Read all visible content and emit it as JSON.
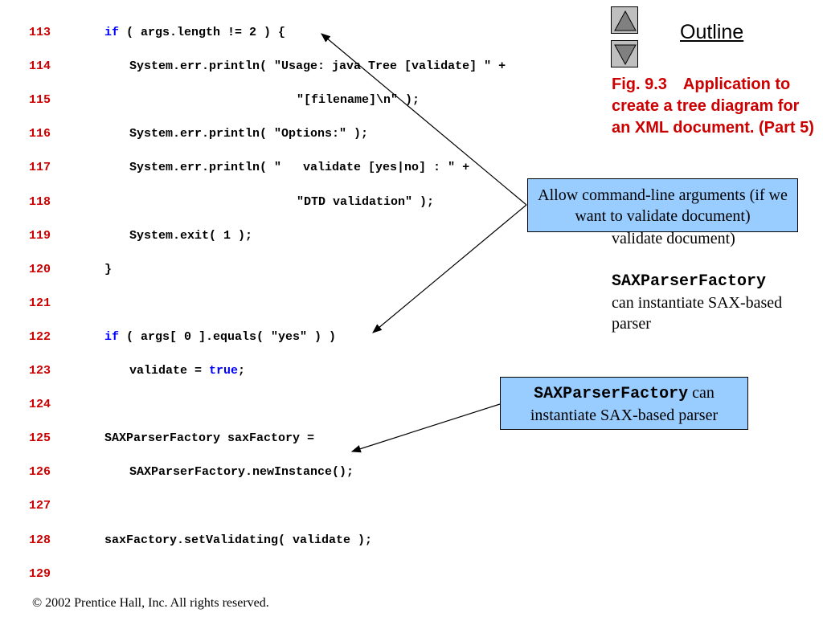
{
  "code_lines": [
    {
      "no": "113",
      "indent": 1,
      "segments": [
        {
          "text": "if",
          "kw": true
        },
        {
          "text": " ( args.length != 2 ) {",
          "kw": false
        }
      ]
    },
    {
      "no": "114",
      "indent": 2,
      "segments": [
        {
          "text": "System.err.println( \"Usage: java Tree [validate] \" +",
          "kw": false
        }
      ]
    },
    {
      "no": "115",
      "indent": 3,
      "segments": [
        {
          "text": "\"[filename]\\n\" );",
          "kw": false
        }
      ]
    },
    {
      "no": "116",
      "indent": 2,
      "segments": [
        {
          "text": "System.err.println( \"Options:\" );",
          "kw": false
        }
      ]
    },
    {
      "no": "117",
      "indent": 2,
      "segments": [
        {
          "text": "System.err.println( \"   validate [yes|no] : \" +",
          "kw": false
        }
      ]
    },
    {
      "no": "118",
      "indent": 3,
      "segments": [
        {
          "text": "\"DTD validation\" );",
          "kw": false
        }
      ]
    },
    {
      "no": "119",
      "indent": 2,
      "segments": [
        {
          "text": "System.exit( 1 );",
          "kw": false
        }
      ]
    },
    {
      "no": "120",
      "indent": 1,
      "segments": [
        {
          "text": "}",
          "kw": false
        }
      ]
    },
    {
      "no": "121",
      "indent": 1,
      "segments": []
    },
    {
      "no": "122",
      "indent": 1,
      "segments": [
        {
          "text": "if",
          "kw": true
        },
        {
          "text": " ( args[ 0 ].equals( \"yes\" ) )",
          "kw": false
        }
      ]
    },
    {
      "no": "123",
      "indent": 2,
      "segments": [
        {
          "text": "validate = ",
          "kw": false
        },
        {
          "text": "true",
          "kw": true
        },
        {
          "text": ";",
          "kw": false
        }
      ]
    },
    {
      "no": "124",
      "indent": 1,
      "segments": []
    },
    {
      "no": "125",
      "indent": 1,
      "segments": [
        {
          "text": "SAXParserFactory saxFactory =",
          "kw": false
        }
      ]
    },
    {
      "no": "126",
      "indent": 2,
      "segments": [
        {
          "text": "SAXParserFactory.newInstance();",
          "kw": false
        }
      ]
    },
    {
      "no": "127",
      "indent": 1,
      "segments": []
    },
    {
      "no": "128",
      "indent": 1,
      "segments": [
        {
          "text": "saxFactory.setValidating( validate );",
          "kw": false
        }
      ]
    },
    {
      "no": "129",
      "indent": 1,
      "segments": []
    }
  ],
  "nav": {
    "up_icon": "triangle-up-icon",
    "down_icon": "triangle-down-icon"
  },
  "outline_title": "Outline",
  "figure_caption": "Fig. 9.3\tApplication to create a tree diagram for an XML document. (Part 5)",
  "side_notes": {
    "note1_visible": "validate document)",
    "note2_mono": "SAXParserFactory",
    "note2_text": "can instantiate SAX-based parser"
  },
  "callouts": {
    "args_text": "Allow command-line arguments (if we want to validate document)",
    "factory_mono": "SAXParserFactory",
    "factory_text": " can instantiate SAX-based parser"
  },
  "footer": "© 2002 Prentice Hall, Inc.  All rights reserved.",
  "colors": {
    "line_number": "#cc0000",
    "keyword": "#0000ff",
    "caption": "#cc0000",
    "callout_bg": "#99ccff",
    "nav_button": "#bfbfbf"
  }
}
